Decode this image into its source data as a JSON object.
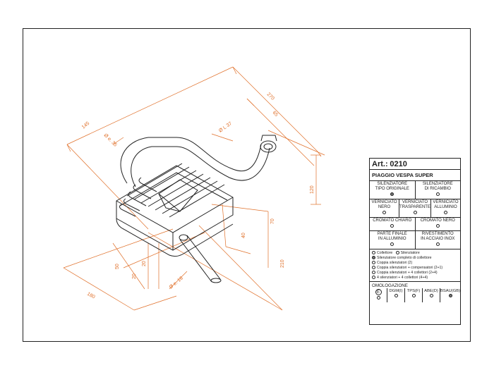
{
  "dimensions": [
    "270",
    "145",
    "65",
    "Ø e. 35",
    "Ø L 37",
    "120",
    "70",
    "40",
    "50",
    "20",
    "20",
    "Ø e. 18",
    "180",
    "210"
  ],
  "title_block": {
    "art_label": "Art.:",
    "art_number": "0210",
    "model": "PIAGGIO VESPA SUPER",
    "type_row": [
      {
        "label_l1": "SILENZIATORE",
        "label_l2": "TIPO ORIGINALE",
        "selected": true
      },
      {
        "label_l1": "SILENZIATORE",
        "label_l2": "DI RICAMBIO",
        "selected": false
      }
    ],
    "finish_row": [
      {
        "label_l1": "VERNICIATO",
        "label_l2": "NERO",
        "selected": false
      },
      {
        "label_l1": "VERNICIATO",
        "label_l2": "TRASPARENTE",
        "selected": false
      },
      {
        "label_l1": "VERNICIATO",
        "label_l2": "ALLUMINIO",
        "selected": false
      }
    ],
    "chrome_row": [
      {
        "label_l1": "CROMATO CHIARO",
        "selected": false
      },
      {
        "label_l1": "CROMATO NERO",
        "selected": false
      }
    ],
    "part_row": [
      {
        "label_l1": "PARTE FINALE",
        "label_l2": "IN ALLUMINIO",
        "selected": false
      },
      {
        "label_l1": "RIVESTIMENTO",
        "label_l2": "IN ACCIAIO INOX",
        "selected": false
      }
    ],
    "options": [
      {
        "a": "Collettore",
        "b": "Silenziatore",
        "selected": false
      },
      {
        "a": "Silenziatore completo di collettore",
        "selected": true
      },
      {
        "a": "Coppia silenziatori (2)",
        "selected": false
      },
      {
        "a": "Coppia silenziatori + compensatori (2+1)",
        "selected": false
      },
      {
        "a": "Coppia silenziatori + 4 collettori (2+4)",
        "selected": false
      },
      {
        "a": "4 silenziatori + 4 collettori (4+4)",
        "selected": false
      }
    ],
    "homologation_title": "OMOLOGAZIONE",
    "homologation": [
      {
        "label": "E",
        "selected": false
      },
      {
        "label": "DGM(I)",
        "selected": false
      },
      {
        "label": "TPS(F)",
        "selected": false
      },
      {
        "label": "ABE(D)",
        "selected": false
      },
      {
        "label": "BSAU(GB)",
        "selected": true
      }
    ]
  },
  "colors": {
    "dimension": "#e0702a",
    "line": "#222222",
    "selected_dot": "#777777"
  }
}
